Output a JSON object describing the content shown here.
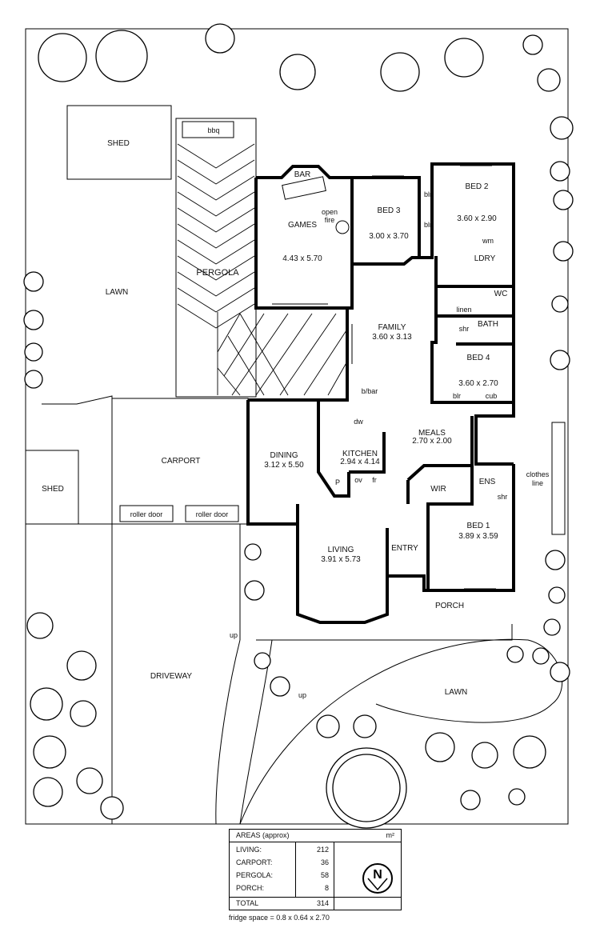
{
  "rooms": {
    "shed_top": "SHED",
    "lawn_left": "LAWN",
    "pergola": "PERGOLA",
    "bbq": "bbq",
    "bar": "BAR",
    "games": "GAMES",
    "games_size": "4.43 x 5.70",
    "open_fire": "open",
    "open_fire2": "fire",
    "bed3": "BED 3",
    "bed3_size": "3.00 x 3.70",
    "blr1": "blr",
    "blr2": "blr",
    "bed2": "BED 2",
    "bed2_size": "3.60 x 2.90",
    "wm": "wm",
    "ldry": "LDRY",
    "wc": "WC",
    "linen": "linen",
    "shr_bath": "shr",
    "bath": "BATH",
    "family": "FAMILY",
    "family_size": "3.60 x 3.13",
    "bed4": "BED 4",
    "bed4_size": "3.60 x 2.70",
    "blr3": "blr",
    "cub": "cub",
    "bbar": "b/bar",
    "dw": "dw",
    "meals": "MEALS",
    "meals_size": "2.70 x 2.00",
    "dining": "DINING",
    "dining_size": "3.12 x 5.50",
    "kitchen": "KITCHEN",
    "kitchen_size": "2.94 x 4.14",
    "carport": "CARPORT",
    "p": "P",
    "ov": "ov",
    "fr": "fr",
    "wir": "WIR",
    "ens": "ENS",
    "shr_ens": "shr",
    "clothes": "clothes",
    "clothes2": "line",
    "shed_bottom": "SHED",
    "roller1": "roller door",
    "roller2": "roller door",
    "bed1": "BED 1",
    "bed1_size": "3.89 x 3.59",
    "living": "LIVING",
    "living_size": "3.91 x 5.73",
    "entry": "ENTRY",
    "porch": "PORCH",
    "up1": "up",
    "up2": "up",
    "driveway": "DRIVEWAY",
    "lawn_right": "LAWN"
  },
  "areas": {
    "title": "AREAS (approx)",
    "unit": "m²",
    "rows": [
      {
        "label": "LIVING:",
        "value": "212"
      },
      {
        "label": "CARPORT:",
        "value": "36"
      },
      {
        "label": "PERGOLA:",
        "value": "58"
      },
      {
        "label": "PORCH:",
        "value": "8"
      }
    ],
    "total_label": "TOTAL",
    "total_value": "314"
  },
  "fridge_note": "fridge space = 0.8 x 0.64 x 2.70",
  "north_label": "N"
}
